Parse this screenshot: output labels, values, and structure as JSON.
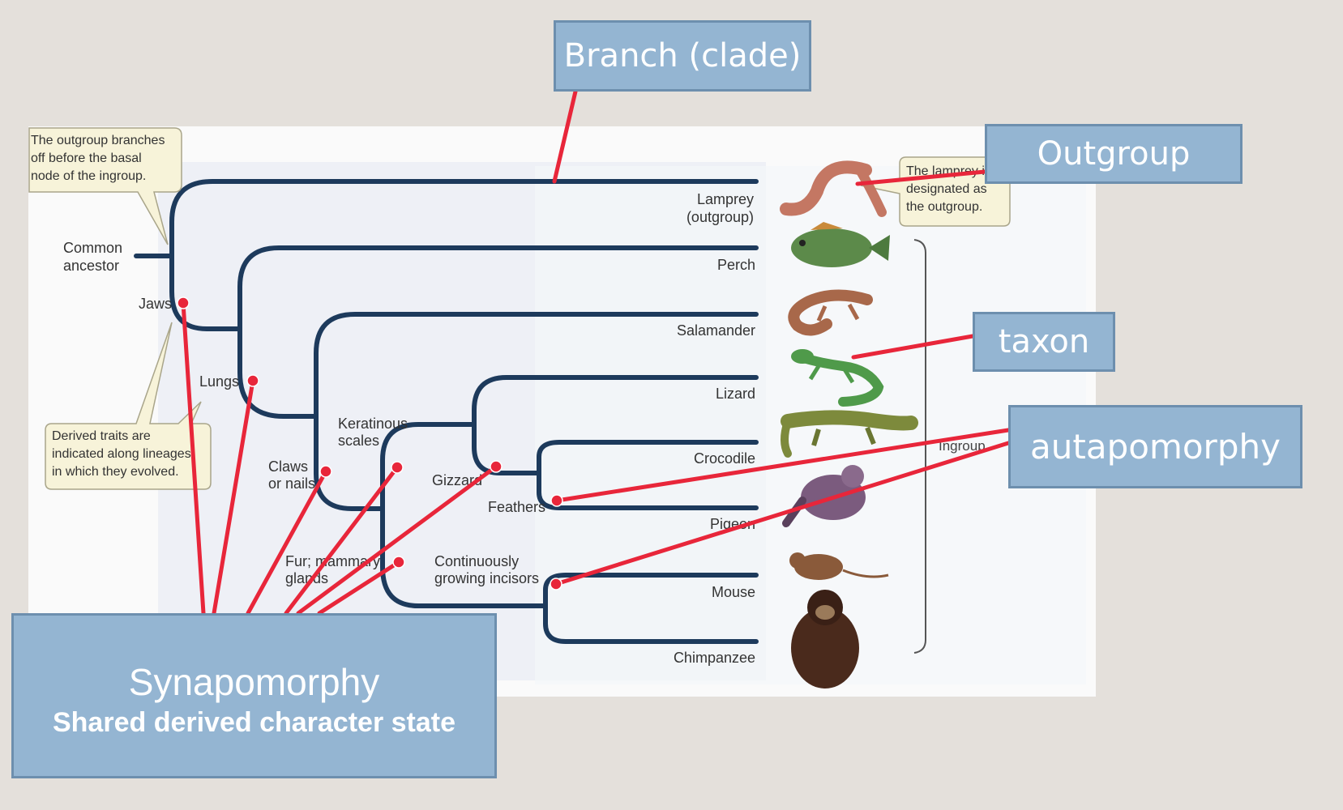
{
  "callouts": {
    "branch": "Branch (clade)",
    "outgroup": "Outgroup",
    "taxon": "taxon",
    "autapomorphy": "autapomorphy",
    "synapomorphy_title": "Synapomorphy",
    "synapomorphy_sub": "Shared derived character state"
  },
  "notes": {
    "outgroup_branch": [
      "The outgroup branches",
      "off before the basal",
      "node of the ingroup."
    ],
    "lamprey_designated": [
      "The lamprey is",
      "designated as",
      "the outgroup."
    ],
    "derived_traits": [
      "Derived traits are",
      "indicated along lineages",
      "in which they evolved."
    ]
  },
  "tree": {
    "common_ancestor": [
      "Common",
      "ancestor"
    ],
    "ingroup_label": "Ingroup",
    "taxa": [
      {
        "name": "Lamprey",
        "sub": "(outgroup)"
      },
      {
        "name": "Perch",
        "sub": ""
      },
      {
        "name": "Salamander",
        "sub": ""
      },
      {
        "name": "Lizard",
        "sub": ""
      },
      {
        "name": "Crocodile",
        "sub": ""
      },
      {
        "name": "Pigeon",
        "sub": ""
      },
      {
        "name": "Mouse",
        "sub": ""
      },
      {
        "name": "Chimpanzee",
        "sub": ""
      }
    ],
    "traits": {
      "jaws": "Jaws",
      "lungs": "Lungs",
      "claws": [
        "Claws",
        "or nails"
      ],
      "keratinous": [
        "Keratinous",
        "scales"
      ],
      "gizzard": "Gizzard",
      "feathers": "Feathers",
      "fur": [
        "Fur; mammary",
        "glands"
      ],
      "incisors": [
        "Continuously",
        "growing incisors"
      ]
    }
  },
  "colors": {
    "branch": "#1d3a5c",
    "pointer": "#e8263a",
    "callout_fill": "#94b5d2",
    "callout_border": "#6d8fae",
    "note_fill": "#f7f3d9"
  }
}
